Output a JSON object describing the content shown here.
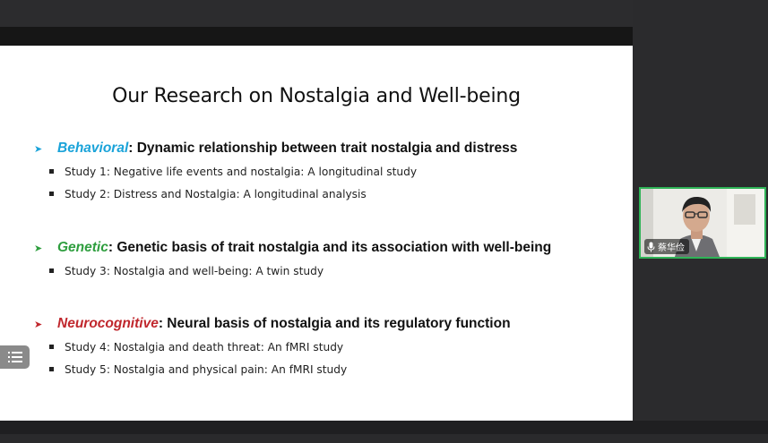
{
  "slide": {
    "title": "Our Research on Nostalgia and Well-being",
    "sections": [
      {
        "keyword": "Behavioral",
        "color": "#1aa3d9",
        "heading": ": Dynamic relationship between trait nostalgia and distress",
        "studies": [
          "Study 1: Negative life events and nostalgia:  A longitudinal study",
          "Study 2: Distress and Nostalgia:  A longitudinal analysis"
        ]
      },
      {
        "keyword": "Genetic",
        "color": "#2e9e3e",
        "heading": ": Genetic basis of trait nostalgia and its association with well-being",
        "studies": [
          "Study 3: Nostalgia and well-being:  A twin study"
        ]
      },
      {
        "keyword": "Neurocognitive",
        "color": "#c0272d",
        "heading": ": Neural basis of nostalgia and its regulatory function",
        "studies": [
          "Study 4: Nostalgia and death threat: An fMRI study",
          "Study 5: Nostalgia and physical pain: An fMRI study"
        ]
      }
    ]
  },
  "participant": {
    "name": "蔡华俭",
    "mic_icon": "microphone-icon",
    "active_border": "#2fb457"
  },
  "controls": {
    "slide_list_icon": "list-icon"
  }
}
